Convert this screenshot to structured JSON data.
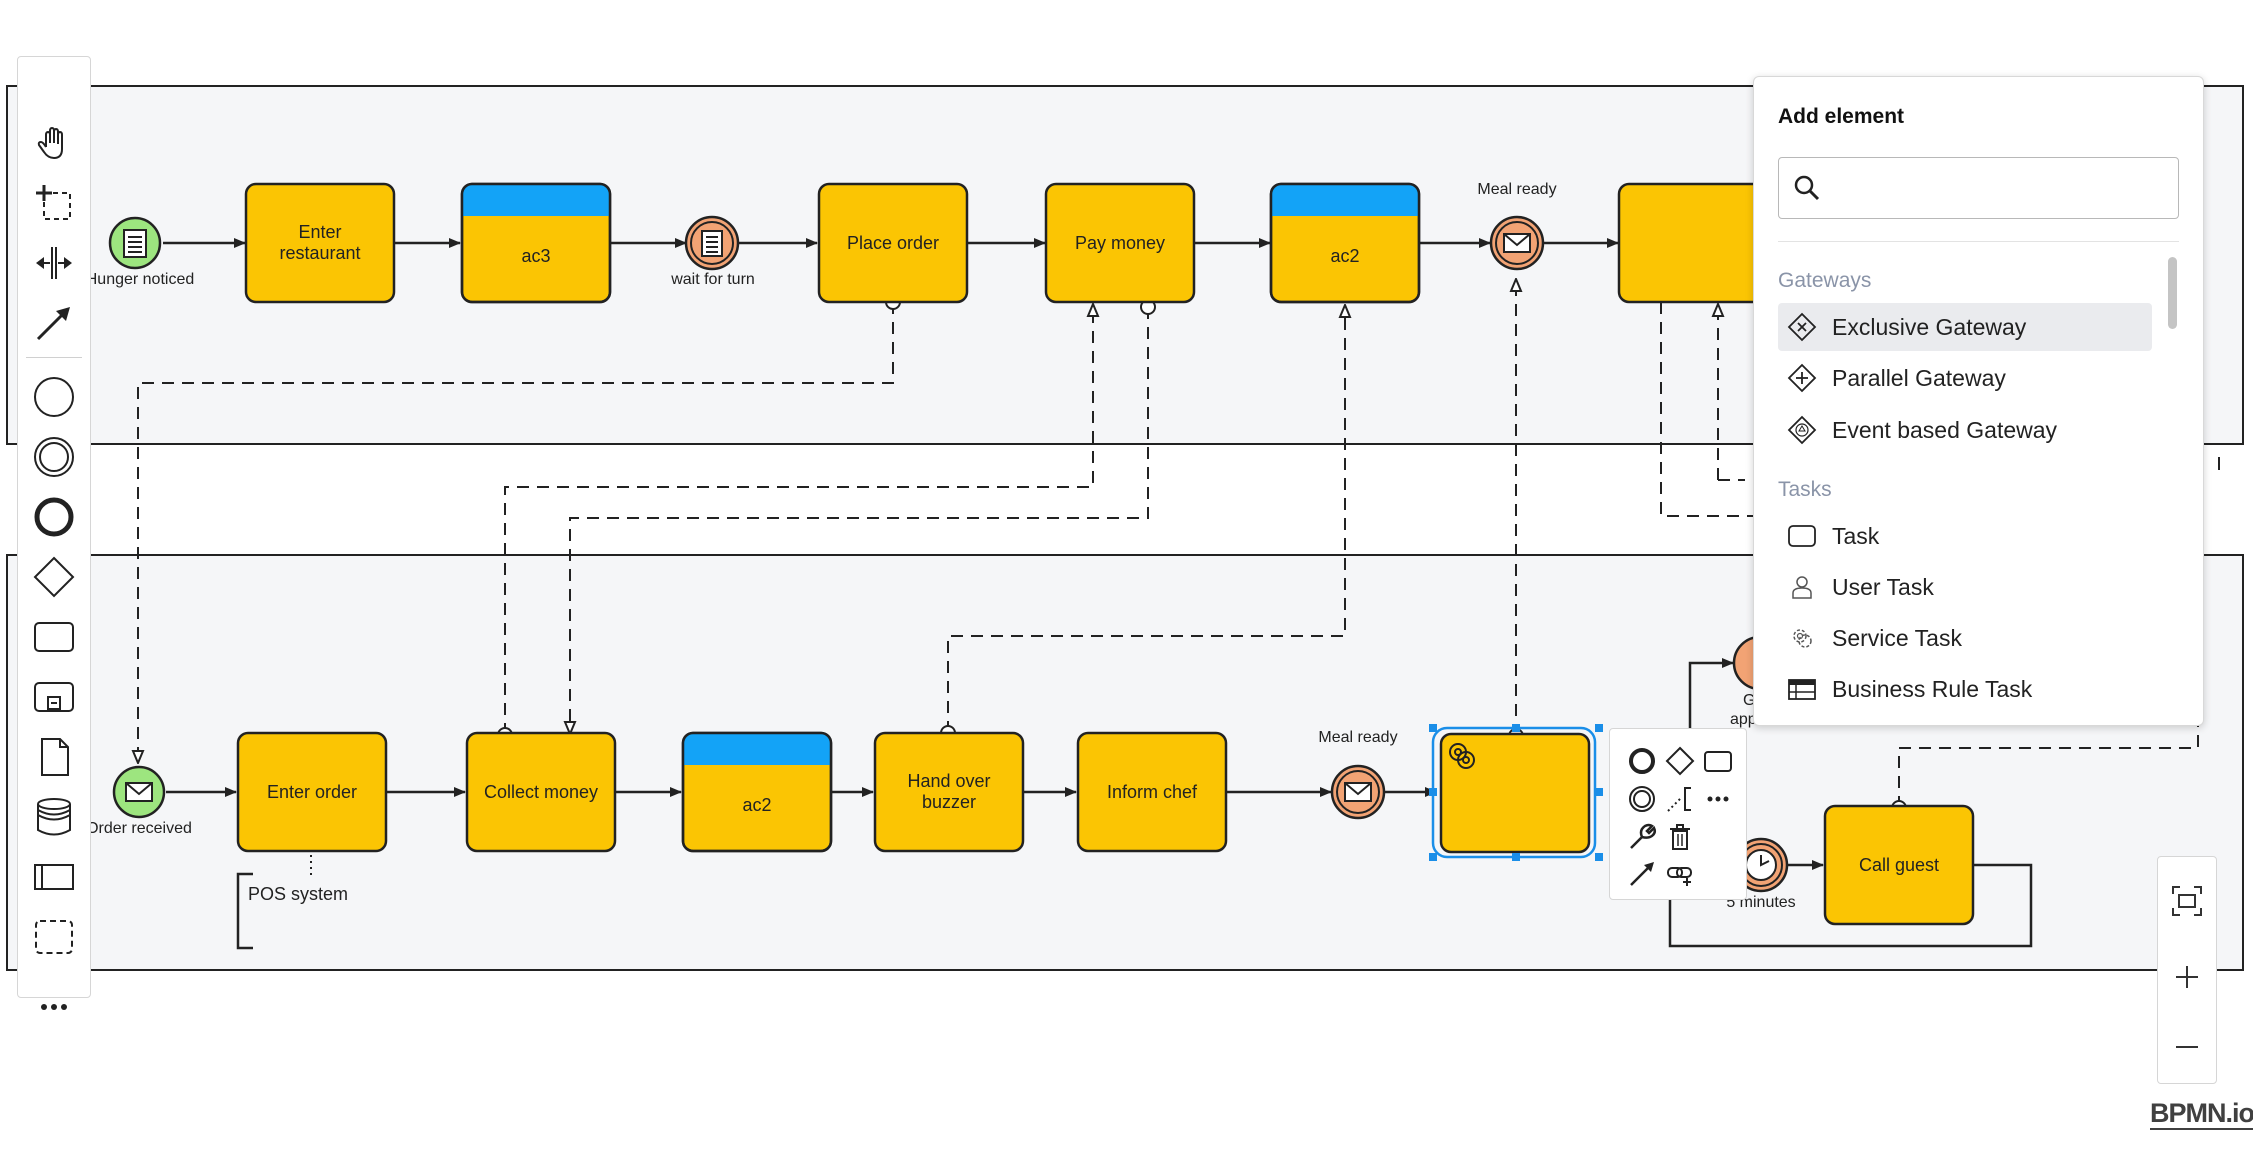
{
  "diagram": {
    "pool1": {
      "start_event_label": "Hunger noticed",
      "task_enter_restaurant": "Enter restaurant",
      "task_ac3": "ac3",
      "event_wait_label": "wait for turn",
      "task_place_order": "Place order",
      "task_pay_money": "Pay money",
      "task_ac2": "ac2",
      "event_meal_ready_label": "Meal ready"
    },
    "pool2": {
      "start_event_label": "Order received",
      "task_enter_order": "Enter order",
      "task_collect_money": "Collect money",
      "task_ac2": "ac2",
      "task_hand_over_buzzer": "Hand over buzzer",
      "task_inform_chef": "Inform chef",
      "event_meal_ready_label": "Meal ready",
      "timer_label": "5 minutes",
      "partial_label_1": "G",
      "partial_label_2": "app",
      "task_call_guest": "Call guest",
      "annotation": "POS system"
    }
  },
  "palette": {
    "tools": [
      "hand-tool-icon",
      "lasso-tool-icon",
      "space-tool-icon",
      "global-connect-tool-icon"
    ],
    "elements": [
      "start-event-icon",
      "intermediate-event-icon",
      "end-event-icon",
      "gateway-icon",
      "task-icon",
      "subprocess-icon",
      "data-object-icon",
      "data-store-icon",
      "participant-icon",
      "group-icon"
    ],
    "more": "more-icon"
  },
  "popup": {
    "title": "Add element",
    "search_placeholder": "",
    "groups": [
      {
        "name": "Gateways",
        "entries": [
          {
            "label": "Exclusive Gateway",
            "icon": "exclusive-gateway-icon",
            "selected": true
          },
          {
            "label": "Parallel Gateway",
            "icon": "parallel-gateway-icon"
          },
          {
            "label": "Event based Gateway",
            "icon": "event-based-gateway-icon"
          }
        ]
      },
      {
        "name": "Tasks",
        "entries": [
          {
            "label": "Task",
            "icon": "task-icon"
          },
          {
            "label": "User Task",
            "icon": "user-task-icon"
          },
          {
            "label": "Service Task",
            "icon": "service-task-icon"
          },
          {
            "label": "Business Rule Task",
            "icon": "business-rule-task-icon"
          }
        ]
      }
    ]
  },
  "context_pad": [
    "append-end-event-icon",
    "append-gateway-icon",
    "append-task-icon",
    "append-intermediate-event-icon",
    "append-text-annotation-icon",
    "more-icon",
    "change-type-icon",
    "delete-icon",
    "connect-icon",
    "append-link-icon"
  ],
  "zoom_controls": [
    "fit-viewport-icon",
    "zoom-in-icon",
    "zoom-out-icon"
  ],
  "branding": "BPMN.io",
  "colors": {
    "task_fill": "#fbc503",
    "task_header": "#13a3f7",
    "start_fill": "#9de57f",
    "intermediate_fill": "#f2a374",
    "pool_fill": "#f5f6f8",
    "selection": "#1a8ee8"
  }
}
